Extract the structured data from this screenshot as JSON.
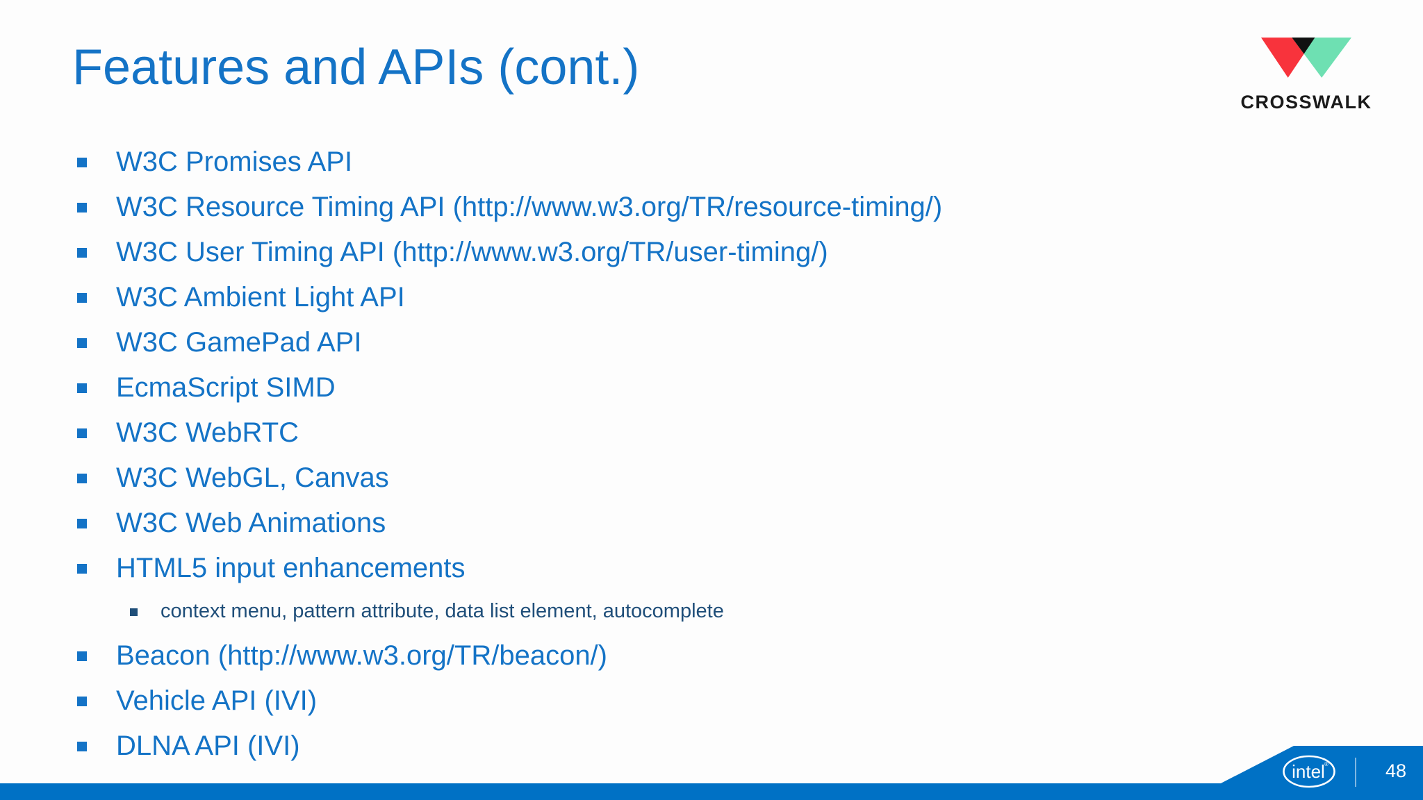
{
  "slide": {
    "title": "Features and APIs (cont.)",
    "page_number": "48"
  },
  "colors": {
    "accent_blue": "#1473c6",
    "sub_item_navy": "#1f4e79",
    "footer_blue": "#0071c5",
    "crosswalk_red": "#f8333c",
    "crosswalk_mint": "#6ee0b2",
    "crosswalk_overlap_black": "#111111"
  },
  "logos": {
    "crosswalk": {
      "label": "CROSSWALK"
    },
    "intel": {
      "label": "intel",
      "registered_mark": "®"
    }
  },
  "list": {
    "items": [
      {
        "level": 1,
        "text": "W3C Promises API"
      },
      {
        "level": 1,
        "text": "W3C Resource Timing API (http://www.w3.org/TR/resource-timing/)"
      },
      {
        "level": 1,
        "text": "W3C User Timing API (http://www.w3.org/TR/user-timing/)"
      },
      {
        "level": 1,
        "text": "W3C Ambient Light API"
      },
      {
        "level": 1,
        "text": "W3C GamePad API"
      },
      {
        "level": 1,
        "text": "EcmaScript SIMD"
      },
      {
        "level": 1,
        "text": "W3C WebRTC"
      },
      {
        "level": 1,
        "text": "W3C WebGL, Canvas"
      },
      {
        "level": 1,
        "text": "W3C Web Animations"
      },
      {
        "level": 1,
        "text": "HTML5 input enhancements"
      },
      {
        "level": 2,
        "text": "context menu, pattern attribute, data list element, autocomplete"
      },
      {
        "level": 1,
        "text": "Beacon (http://www.w3.org/TR/beacon/)"
      },
      {
        "level": 1,
        "text": "Vehicle API (IVI)"
      },
      {
        "level": 1,
        "text": "DLNA API (IVI)"
      }
    ]
  }
}
